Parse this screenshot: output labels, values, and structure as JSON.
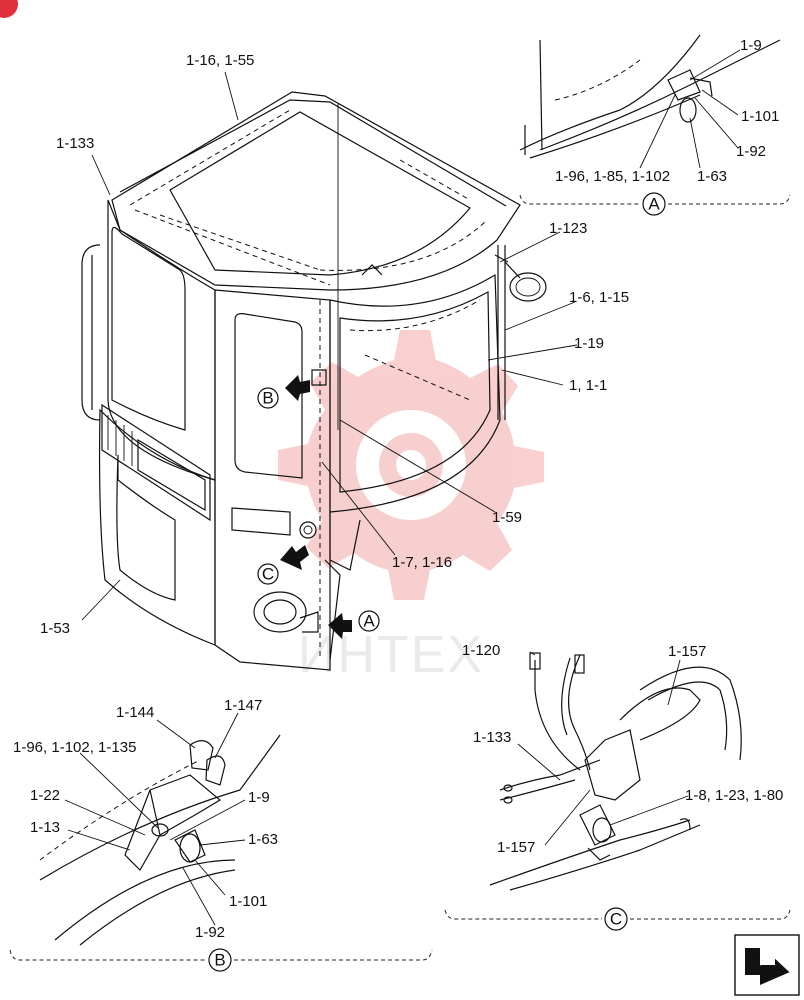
{
  "watermark": {
    "text": "ИНТЕХ",
    "gear_color": "#f4a8a8"
  },
  "badge_color": "#e0303a",
  "callouts": {
    "main": [
      "1-16, 1-55",
      "1-133",
      "1-123",
      "1-6, 1-15",
      "1-19",
      "1, 1-1",
      "1-59",
      "1-7, 1-16",
      "1-53"
    ],
    "detail_a": [
      "1-9",
      "1-101",
      "1-92",
      "1-96, 1-85, 1-102",
      "1-63"
    ],
    "detail_b": [
      "1-144",
      "1-147",
      "1-96, 1-102, 1-135",
      "1-22",
      "1-9",
      "1-13",
      "1-63",
      "1-101",
      "1-92"
    ],
    "detail_c": [
      "1-120",
      "1-157",
      "1-133",
      "1-8, 1-23, 1-80",
      "1-157"
    ]
  },
  "view_markers": {
    "a": "A",
    "b": "B",
    "c": "C"
  },
  "icons": {
    "corner": "return-arrow-icon"
  }
}
